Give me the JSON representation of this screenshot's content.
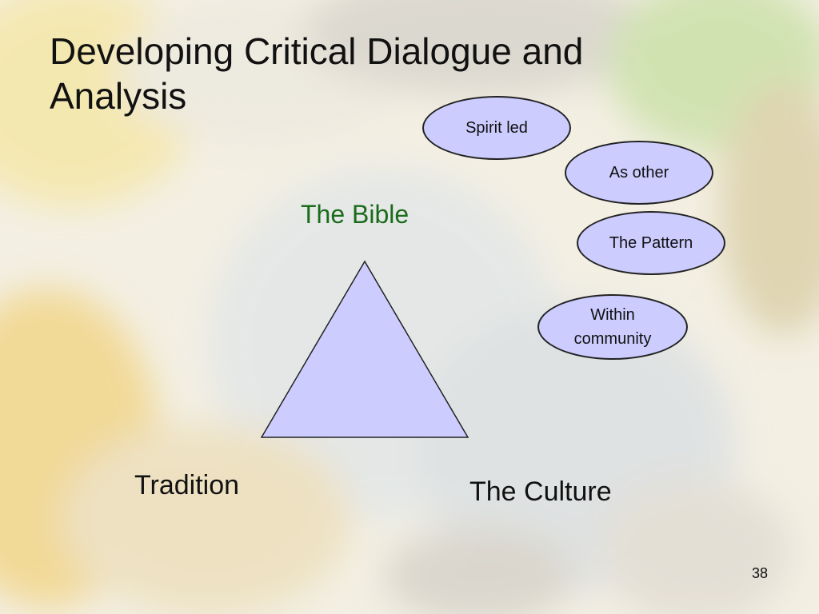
{
  "slide": {
    "title": "Developing Critical Dialogue and Analysis",
    "page_number": "38"
  },
  "diagram": {
    "apex_label": "The Bible",
    "left_label": "Tradition",
    "right_label": "The Culture",
    "triangle_fill": "#ccccff",
    "apex_label_color": "#1a6b1a"
  },
  "ovals": [
    {
      "label": "Spirit led"
    },
    {
      "label": "As other"
    },
    {
      "label": "The Pattern"
    },
    {
      "label": "Within community"
    }
  ],
  "colors": {
    "oval_fill": "#ccccff",
    "oval_border": "#222222"
  }
}
